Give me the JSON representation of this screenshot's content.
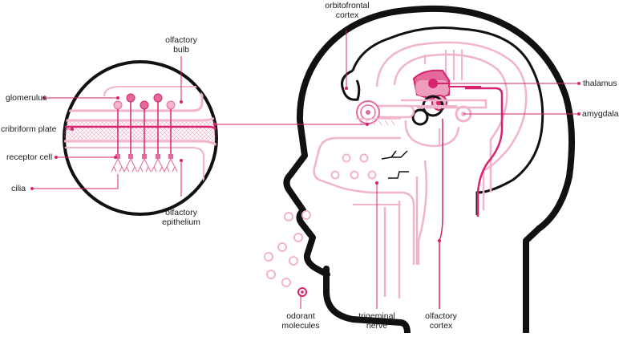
{
  "labels": {
    "orbitofrontal_cortex": [
      "orbitofrontal",
      "cortex"
    ],
    "olfactory_bulb": [
      "olfactory",
      "bulb"
    ],
    "glomerulus": "glomerulus",
    "cribriform_plate": "cribriform plate",
    "receptor_cell": "receptor cell",
    "cilia": "cilia",
    "olfactory_epithelium": [
      "olfactory",
      "epithelium"
    ],
    "thalamus": "thalamus",
    "amygdala": "amygdala",
    "odorant_molecules": [
      "odorant",
      "molecules"
    ],
    "trigeminal_nerve": [
      "trigeminal",
      "nerve"
    ],
    "olfactory_cortex": [
      "olfactory",
      "cortex"
    ]
  },
  "colors": {
    "outline": "#111111",
    "magenta": "#d6246e",
    "light_pink": "#f2b3cc",
    "mid_pink": "#e46a9c",
    "text": "#1a1a1a"
  }
}
